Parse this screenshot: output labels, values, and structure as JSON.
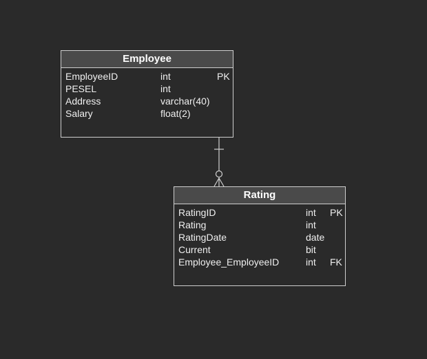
{
  "tables": {
    "employee": {
      "title": "Employee",
      "columns": [
        {
          "name": "EmployeeID",
          "type": "int",
          "key": "PK"
        },
        {
          "name": "PESEL",
          "type": "int",
          "key": ""
        },
        {
          "name": "Address",
          "type": "varchar(40)",
          "key": ""
        },
        {
          "name": "Salary",
          "type": "float(2)",
          "key": ""
        }
      ]
    },
    "rating": {
      "title": "Rating",
      "columns": [
        {
          "name": "RatingID",
          "type": "int",
          "key": "PK"
        },
        {
          "name": "Rating",
          "type": "int",
          "key": ""
        },
        {
          "name": "RatingDate",
          "type": "date",
          "key": ""
        },
        {
          "name": "Current",
          "type": "bit",
          "key": ""
        },
        {
          "name": "Employee_EmployeeID",
          "type": "int",
          "key": "FK"
        }
      ]
    }
  },
  "relationship": {
    "from": "Employee",
    "to": "Rating",
    "from_cardinality": "one",
    "to_cardinality": "zero-or-many"
  },
  "colors": {
    "background": "#2a2a2a",
    "header": "#4a4a4a",
    "border": "#cfcfcf",
    "text": "#f0f0f0"
  }
}
